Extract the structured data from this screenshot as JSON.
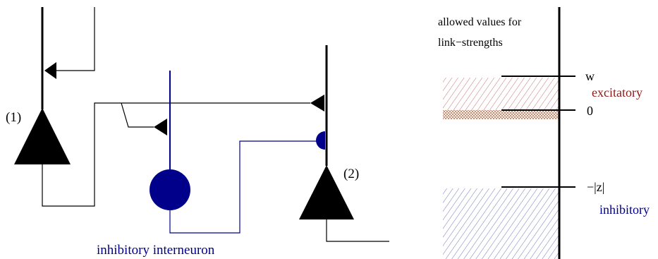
{
  "neurons": {
    "neuron1_label": "(1)",
    "neuron2_label": "(2)",
    "interneuron_label": "inhibitory interneuron"
  },
  "scale": {
    "title_line1": "allowed values for",
    "title_line2": "link−strengths",
    "tick_w": "w",
    "tick_zero": "0",
    "tick_neg_z": "−|z|",
    "excitatory_label": "excitatory",
    "inhibitory_label": "inhibitory"
  },
  "colors": {
    "black": "#000000",
    "inhibitory_blue": "#00008b",
    "excitatory_red": "#8b1a1a",
    "zero_band_brown": "#a0522d"
  }
}
